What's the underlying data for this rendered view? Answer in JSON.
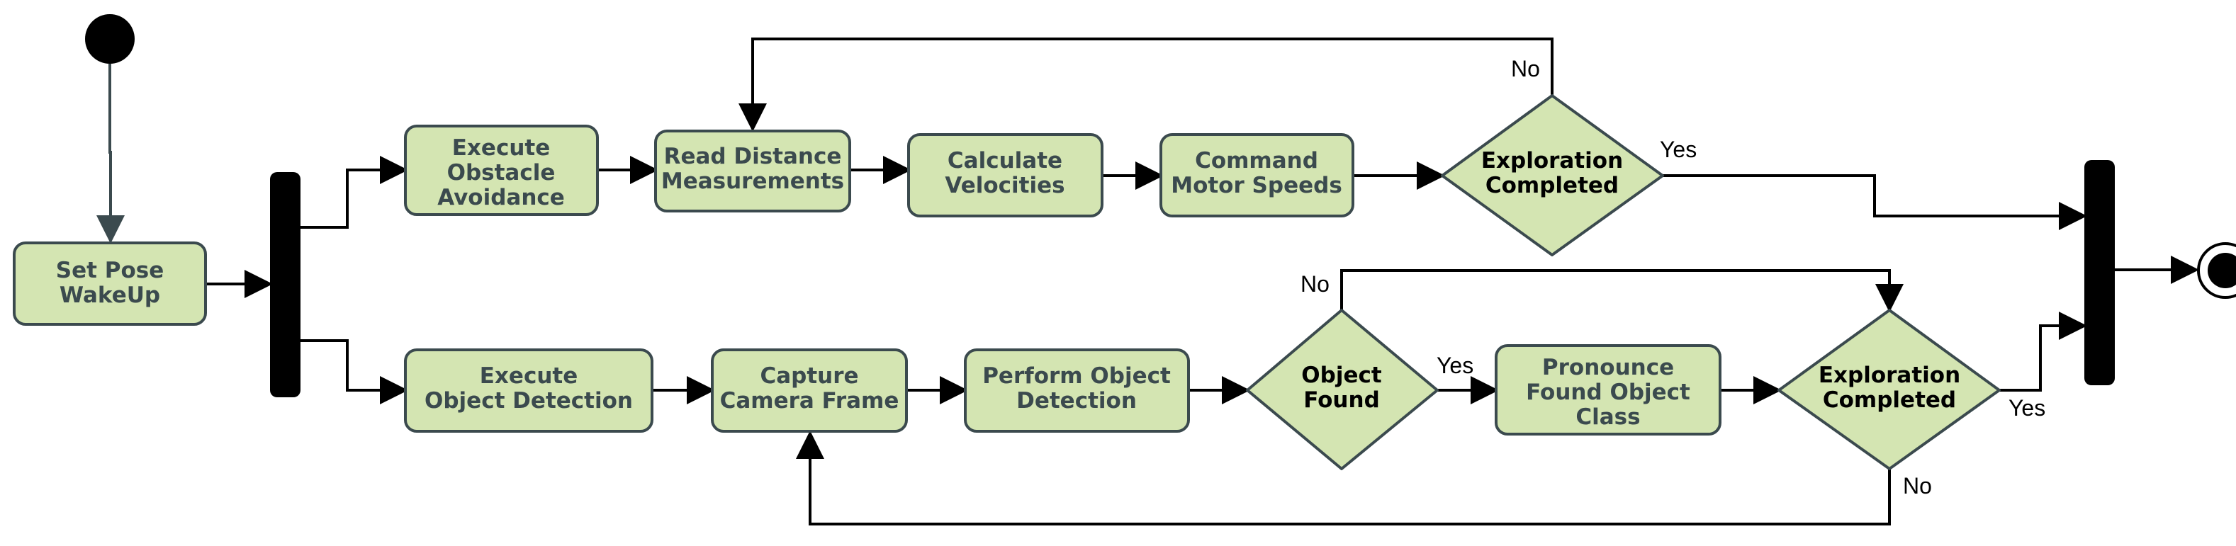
{
  "nodes": {
    "set_pose": [
      "Set Pose",
      "WakeUp"
    ],
    "exec_obstacle": [
      "Execute",
      "Obstacle",
      "Avoidance"
    ],
    "read_distance": [
      "Read Distance",
      "Measurements"
    ],
    "calc_velocities": [
      "Calculate",
      "Velocities"
    ],
    "command_motor": [
      "Command",
      "Motor Speeds"
    ],
    "exploration_top": [
      "Exploration",
      "Completed"
    ],
    "exec_object_detection": [
      "Execute",
      "Object Detection"
    ],
    "capture_frame": [
      "Capture",
      "Camera Frame"
    ],
    "perform_detection": [
      "Perform Object",
      "Detection"
    ],
    "object_found": [
      "Object",
      "Found"
    ],
    "pronounce_class": [
      "Pronounce",
      "Found Object",
      "Class"
    ],
    "exploration_bottom": [
      "Exploration",
      "Completed"
    ]
  },
  "edge_labels": {
    "top_no": "No",
    "top_yes": "Yes",
    "found_no": "No",
    "found_yes": "Yes",
    "bottom_yes": "Yes",
    "bottom_no": "No"
  },
  "colors": {
    "node_fill": "#d4e5b2",
    "node_stroke": "#3b4a4e",
    "bar_fill": "#000000"
  }
}
